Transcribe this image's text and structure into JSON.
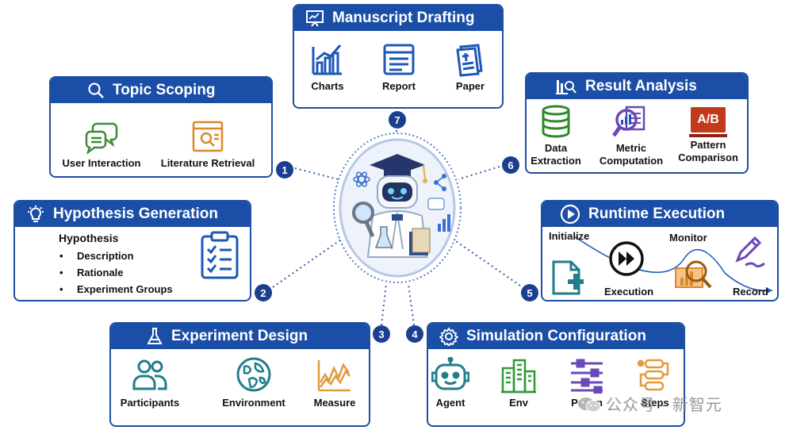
{
  "center": {
    "icon": "robot-scientist-icon"
  },
  "steps": {
    "s1": {
      "badge": "1",
      "title": "Topic Scoping",
      "items": [
        {
          "label": "User Interaction",
          "icon": "chat-bubbles-icon"
        },
        {
          "label": "Literature Retrieval",
          "icon": "document-search-icon"
        }
      ]
    },
    "s2": {
      "badge": "2",
      "title": "Hypothesis Generation",
      "heading": "Hypothesis",
      "bullets": [
        "Description",
        "Rationale",
        "Experiment Groups"
      ],
      "bullet_mark": "•"
    },
    "s3": {
      "badge": "3",
      "title": "Experiment Design",
      "items": [
        {
          "label": "Participants",
          "icon": "people-icon"
        },
        {
          "label": "Environment",
          "icon": "globe-icon"
        },
        {
          "label": "Measure",
          "icon": "line-chart-icon"
        }
      ]
    },
    "s4": {
      "badge": "4",
      "title": "Simulation Configuration",
      "items": [
        {
          "label": "Agent",
          "icon": "robot-face-icon"
        },
        {
          "label": "Env",
          "icon": "buildings-icon"
        },
        {
          "label": "Param",
          "icon": "sliders-icon"
        },
        {
          "label": "Steps",
          "icon": "steps-flow-icon"
        }
      ]
    },
    "s5": {
      "badge": "5",
      "title": "Runtime Execution",
      "initialize": "Initialize",
      "execution": "Execution",
      "monitor": "Monitor",
      "record": "Record"
    },
    "s6": {
      "badge": "6",
      "title": "Result Analysis",
      "items": [
        {
          "label_line1": "Data",
          "label_line2": "Extraction",
          "icon": "database-icon"
        },
        {
          "label_line1": "Metric",
          "label_line2": "Computation",
          "icon": "metric-magnifier-icon"
        },
        {
          "label_line1": "Pattern",
          "label_line2": "Comparison",
          "icon": "ab-compare-icon"
        }
      ],
      "ab_text": "A/B"
    },
    "s7": {
      "badge": "7",
      "title": "Manuscript Drafting",
      "items": [
        {
          "label": "Charts",
          "icon": "bar-chart-icon"
        },
        {
          "label": "Report",
          "icon": "report-window-icon"
        },
        {
          "label": "Paper",
          "icon": "paper-icon"
        }
      ]
    }
  },
  "watermark": "公众号 · 新智元",
  "colors": {
    "header": "#1b4ea6",
    "border": "#1f4ea3",
    "badge": "#1b3f8f",
    "teal": "#1f7d8c",
    "green": "#3d8c3a",
    "orange": "#e19a3c",
    "purple": "#6a48b8",
    "red": "#c2391b"
  }
}
